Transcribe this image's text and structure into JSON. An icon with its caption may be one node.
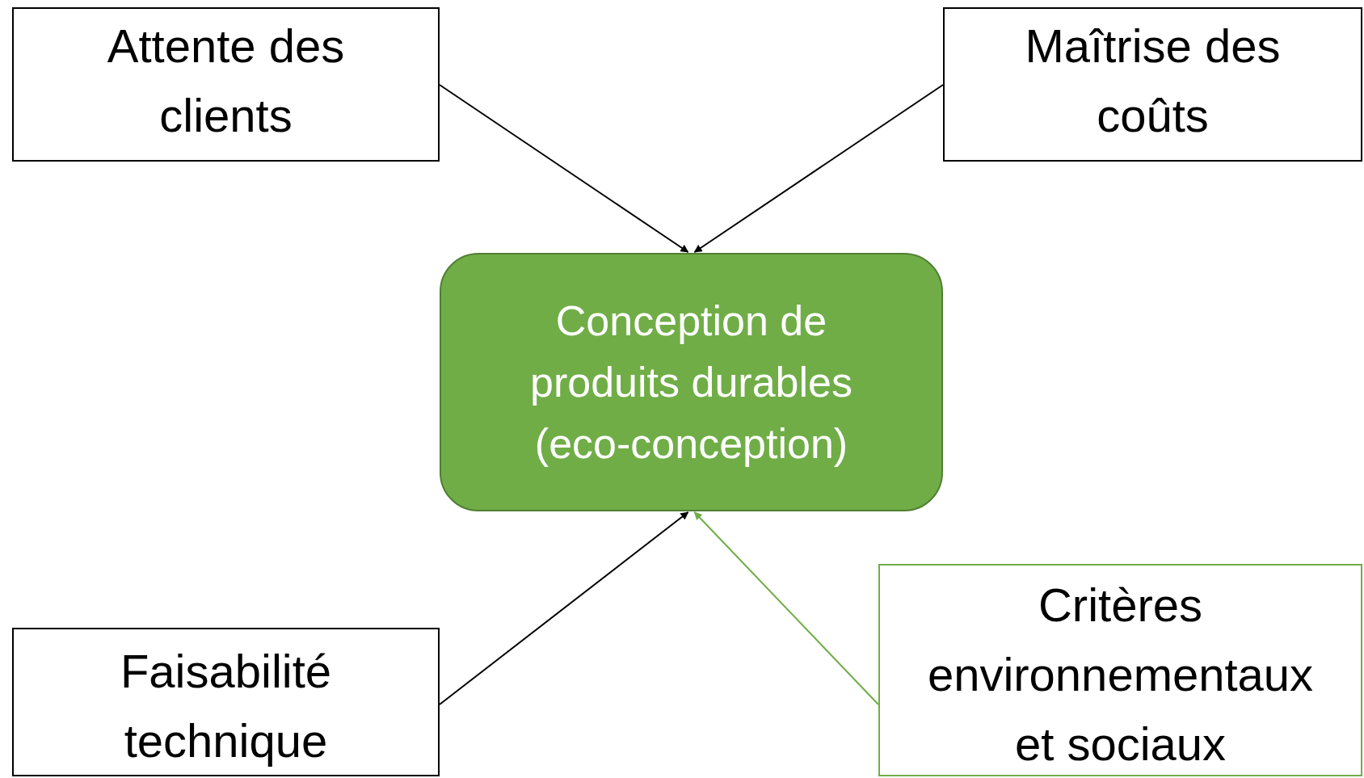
{
  "diagram": {
    "nodes": [
      {
        "text": [
          "Attente des clients"
        ]
      },
      {
        "text": [
          "Maîtrise des coûts"
        ]
      },
      {
        "text": [
          "Conception de produits durables (eco-conception)"
        ]
      },
      {
        "text": [
          "Faisabilité technique"
        ]
      },
      {
        "text": [
          "Critères environnementaux et sociaux"
        ]
      }
    ],
    "edges": [
      {
        "from": 0,
        "to": 2,
        "arrow": "to"
      },
      {
        "from": 1,
        "to": 2,
        "arrow": "to"
      },
      {
        "from": 3,
        "to": 2,
        "arrow": "to"
      },
      {
        "from": 4,
        "to": 2,
        "arrow": "to",
        "color": "#70ad47"
      }
    ]
  }
}
